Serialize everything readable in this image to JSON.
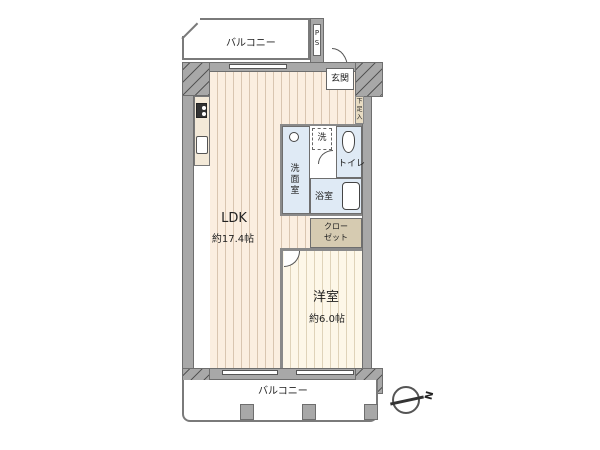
{
  "floorplan": {
    "rooms": {
      "ldk": {
        "name": "LDK",
        "area": "約17.4帖"
      },
      "western_room": {
        "name": "洋室",
        "area": "約6.0帖"
      },
      "washroom": {
        "name": "洗面室"
      },
      "bath": {
        "name": "浴室"
      },
      "toilet": {
        "name": "トイレ"
      },
      "closet": {
        "name": "クローゼット",
        "line1": "クロー",
        "line2": "ゼット"
      },
      "entrance": {
        "name": "玄関"
      },
      "shoe_box": {
        "name": "下足入"
      },
      "washer": {
        "name": "洗"
      },
      "ps": {
        "name": "PS"
      }
    },
    "balconies": {
      "north": {
        "name": "バルコニー"
      },
      "south": {
        "name": "バルコニー"
      }
    },
    "compass": {
      "label": "N"
    },
    "colors": {
      "wall": "#a8a8a8",
      "ldk_floor": "#fbeee0",
      "western_floor": "#fdf7e8",
      "wet_area": "#dfeaf5",
      "closet": "#d6cbb1"
    }
  }
}
